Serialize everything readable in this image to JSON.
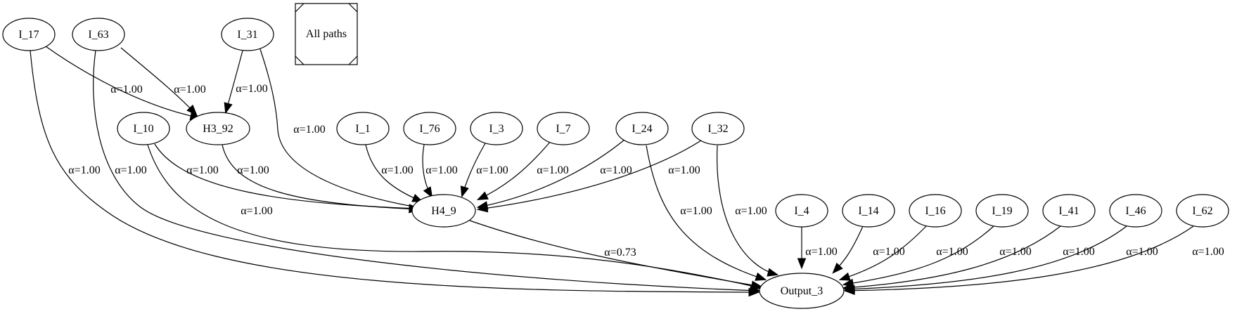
{
  "legend": {
    "label": "All paths"
  },
  "nodes": [
    {
      "id": "I_17",
      "label": "I_17"
    },
    {
      "id": "I_63",
      "label": "I_63"
    },
    {
      "id": "I_31",
      "label": "I_31"
    },
    {
      "id": "I_10",
      "label": "I_10"
    },
    {
      "id": "H3_92",
      "label": "H3_92"
    },
    {
      "id": "I_1",
      "label": "I_1"
    },
    {
      "id": "I_76",
      "label": "I_76"
    },
    {
      "id": "I_3",
      "label": "I_3"
    },
    {
      "id": "I_7",
      "label": "I_7"
    },
    {
      "id": "I_24",
      "label": "I_24"
    },
    {
      "id": "I_32",
      "label": "I_32"
    },
    {
      "id": "H4_9",
      "label": "H4_9"
    },
    {
      "id": "I_4",
      "label": "I_4"
    },
    {
      "id": "I_14",
      "label": "I_14"
    },
    {
      "id": "I_16",
      "label": "I_16"
    },
    {
      "id": "I_19",
      "label": "I_19"
    },
    {
      "id": "I_41",
      "label": "I_41"
    },
    {
      "id": "I_46",
      "label": "I_46"
    },
    {
      "id": "I_62",
      "label": "I_62"
    },
    {
      "id": "Output_3",
      "label": "Output_3"
    }
  ],
  "edges": [
    {
      "from": "I_17",
      "to": "H3_92",
      "label": "α=1.00"
    },
    {
      "from": "I_63",
      "to": "H3_92",
      "label": "α=1.00"
    },
    {
      "from": "I_31",
      "to": "H3_92",
      "label": "α=1.00"
    },
    {
      "from": "I_31",
      "to": "H4_9",
      "label": "α=1.00"
    },
    {
      "from": "I_10",
      "to": "H4_9",
      "label": "α=1.00"
    },
    {
      "from": "H3_92",
      "to": "H4_9",
      "label": "α=1.00"
    },
    {
      "from": "I_1",
      "to": "H4_9",
      "label": "α=1.00"
    },
    {
      "from": "I_76",
      "to": "H4_9",
      "label": "α=1.00"
    },
    {
      "from": "I_3",
      "to": "H4_9",
      "label": "α=1.00"
    },
    {
      "from": "I_7",
      "to": "H4_9",
      "label": "α=1.00"
    },
    {
      "from": "I_24",
      "to": "H4_9",
      "label": "α=1.00"
    },
    {
      "from": "I_32",
      "to": "H4_9",
      "label": "α=1.00"
    },
    {
      "from": "I_17",
      "to": "Output_3",
      "label": "α=1.00"
    },
    {
      "from": "I_63",
      "to": "Output_3",
      "label": "α=1.00"
    },
    {
      "from": "I_10",
      "to": "Output_3",
      "label": "α=1.00"
    },
    {
      "from": "H4_9",
      "to": "Output_3",
      "label": "α=0.73"
    },
    {
      "from": "I_24",
      "to": "Output_3",
      "label": "α=1.00"
    },
    {
      "from": "I_32",
      "to": "Output_3",
      "label": "α=1.00"
    },
    {
      "from": "I_4",
      "to": "Output_3",
      "label": "α=1.00"
    },
    {
      "from": "I_14",
      "to": "Output_3",
      "label": "α=1.00"
    },
    {
      "from": "I_16",
      "to": "Output_3",
      "label": "α=1.00"
    },
    {
      "from": "I_19",
      "to": "Output_3",
      "label": "α=1.00"
    },
    {
      "from": "I_41",
      "to": "Output_3",
      "label": "α=1.00"
    },
    {
      "from": "I_46",
      "to": "Output_3",
      "label": "α=1.00"
    },
    {
      "from": "I_62",
      "to": "Output_3",
      "label": "α=1.00"
    }
  ]
}
